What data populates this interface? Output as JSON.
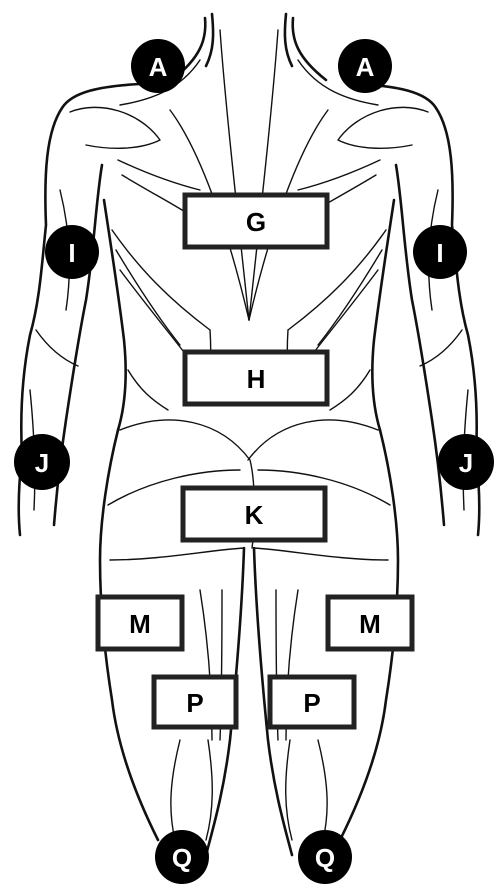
{
  "markers": {
    "shoulder_left": "A",
    "shoulder_right": "A",
    "upper_back": "G",
    "lower_back": "H",
    "upper_arm_left": "I",
    "upper_arm_right": "I",
    "forearm_left": "J",
    "forearm_right": "J",
    "gluteal": "K",
    "thigh_left": "M",
    "thigh_right": "M",
    "hamstring_left": "P",
    "hamstring_right": "P",
    "calf_left": "Q",
    "calf_right": "Q"
  },
  "colors": {
    "ink": "#000000",
    "paper": "#ffffff"
  }
}
